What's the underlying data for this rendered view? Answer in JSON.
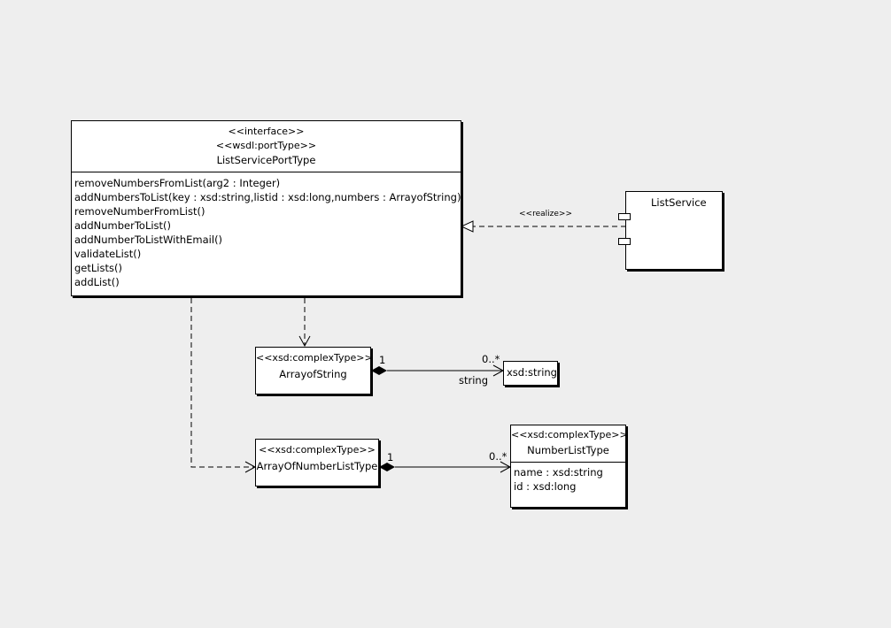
{
  "interface_box": {
    "stereotype1": "<<interface>>",
    "stereotype2": "<<wsdl:portType>>",
    "name": "ListServicePortType",
    "operations": [
      "removeNumbersFromList(arg2 : Integer)",
      "addNumbersToList(key : xsd:string,listid : xsd:long,numbers : ArrayofString)",
      "removeNumberFromList()",
      "addNumberToList()",
      "addNumberToListWithEmail()",
      "validateList()",
      "getLists()",
      "addList()"
    ]
  },
  "component": {
    "name": "ListService"
  },
  "realize_label": "<<realize>>",
  "array_of_string": {
    "stereotype": "<<xsd:complexType>>",
    "name": "ArrayofString"
  },
  "xsd_string": {
    "name": "xsd:string"
  },
  "array_of_number_list": {
    "stereotype": "<<xsd:complexType>>",
    "name": "ArrayOfNumberListType"
  },
  "number_list_type": {
    "stereotype": "<<xsd:complexType>>",
    "name": "NumberListType",
    "attributes": [
      "name : xsd:string",
      "id : xsd:long"
    ]
  },
  "assoc_string": {
    "source_mult": "1",
    "target_mult": "0..*",
    "role": "string"
  },
  "assoc_number_list": {
    "source_mult": "1",
    "target_mult": "0..*"
  }
}
